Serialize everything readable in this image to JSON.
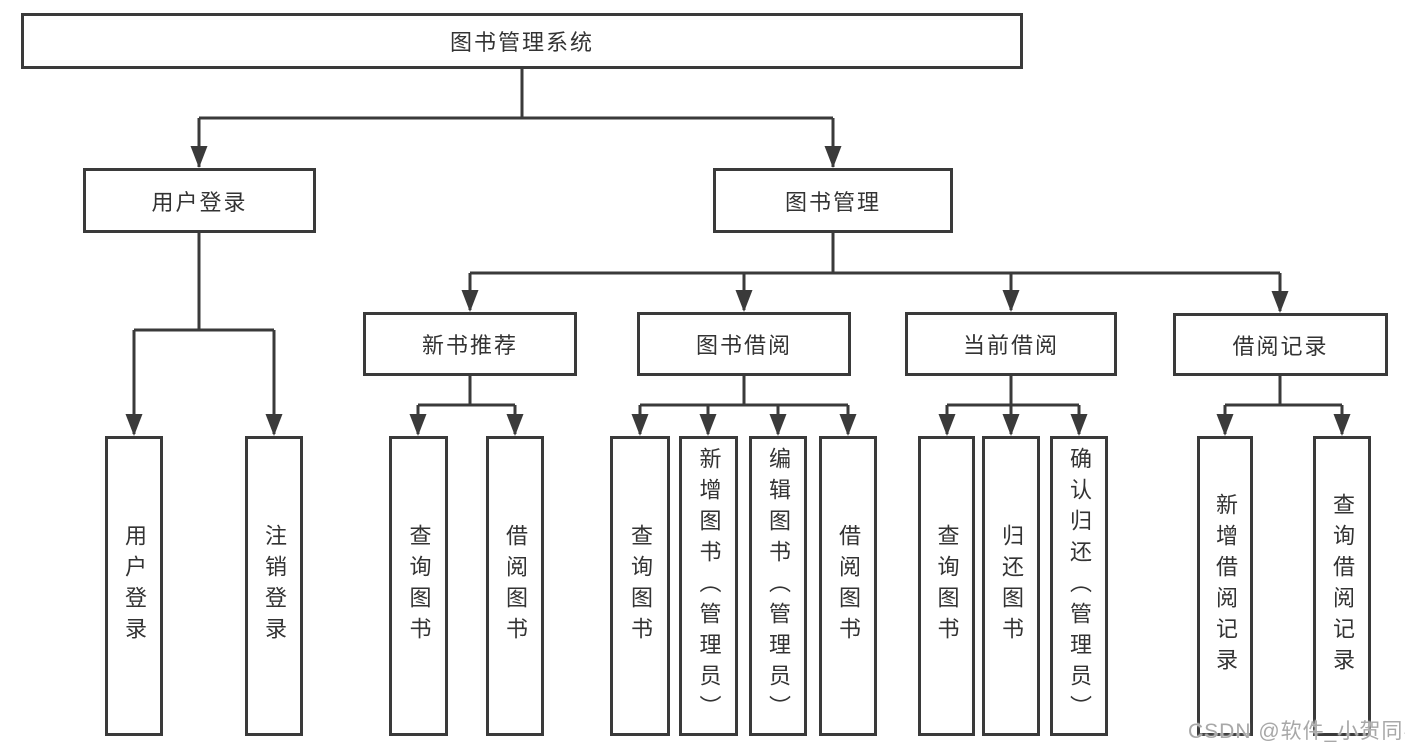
{
  "colors": {
    "line": "#3a3a3a",
    "box_border": "#3a3a3a",
    "box_background": "#ffffff",
    "text": "#333333",
    "watermark_text": "#a8a8a8",
    "page_background": "#ffffff"
  },
  "watermark": "CSDN @软件_小贺同学",
  "tree": {
    "root": {
      "label": "图书管理系统"
    },
    "branches": [
      {
        "label": "用户登录",
        "leaves": [
          {
            "label": "用户登录"
          },
          {
            "label": "注销登录"
          }
        ]
      },
      {
        "label": "图书管理",
        "sections": [
          {
            "label": "新书推荐",
            "leaves": [
              {
                "label": "查询图书"
              },
              {
                "label": "借阅图书"
              }
            ]
          },
          {
            "label": "图书借阅",
            "leaves": [
              {
                "label": "查询图书"
              },
              {
                "label": "新增图书（管理员）"
              },
              {
                "label": "编辑图书（管理员）"
              },
              {
                "label": "借阅图书"
              }
            ]
          },
          {
            "label": "当前借阅",
            "leaves": [
              {
                "label": "查询图书"
              },
              {
                "label": "归还图书"
              },
              {
                "label": "确认归还（管理员）"
              }
            ]
          },
          {
            "label": "借阅记录",
            "leaves": [
              {
                "label": "新增借阅记录"
              },
              {
                "label": "查询借阅记录"
              }
            ]
          }
        ]
      }
    ]
  }
}
